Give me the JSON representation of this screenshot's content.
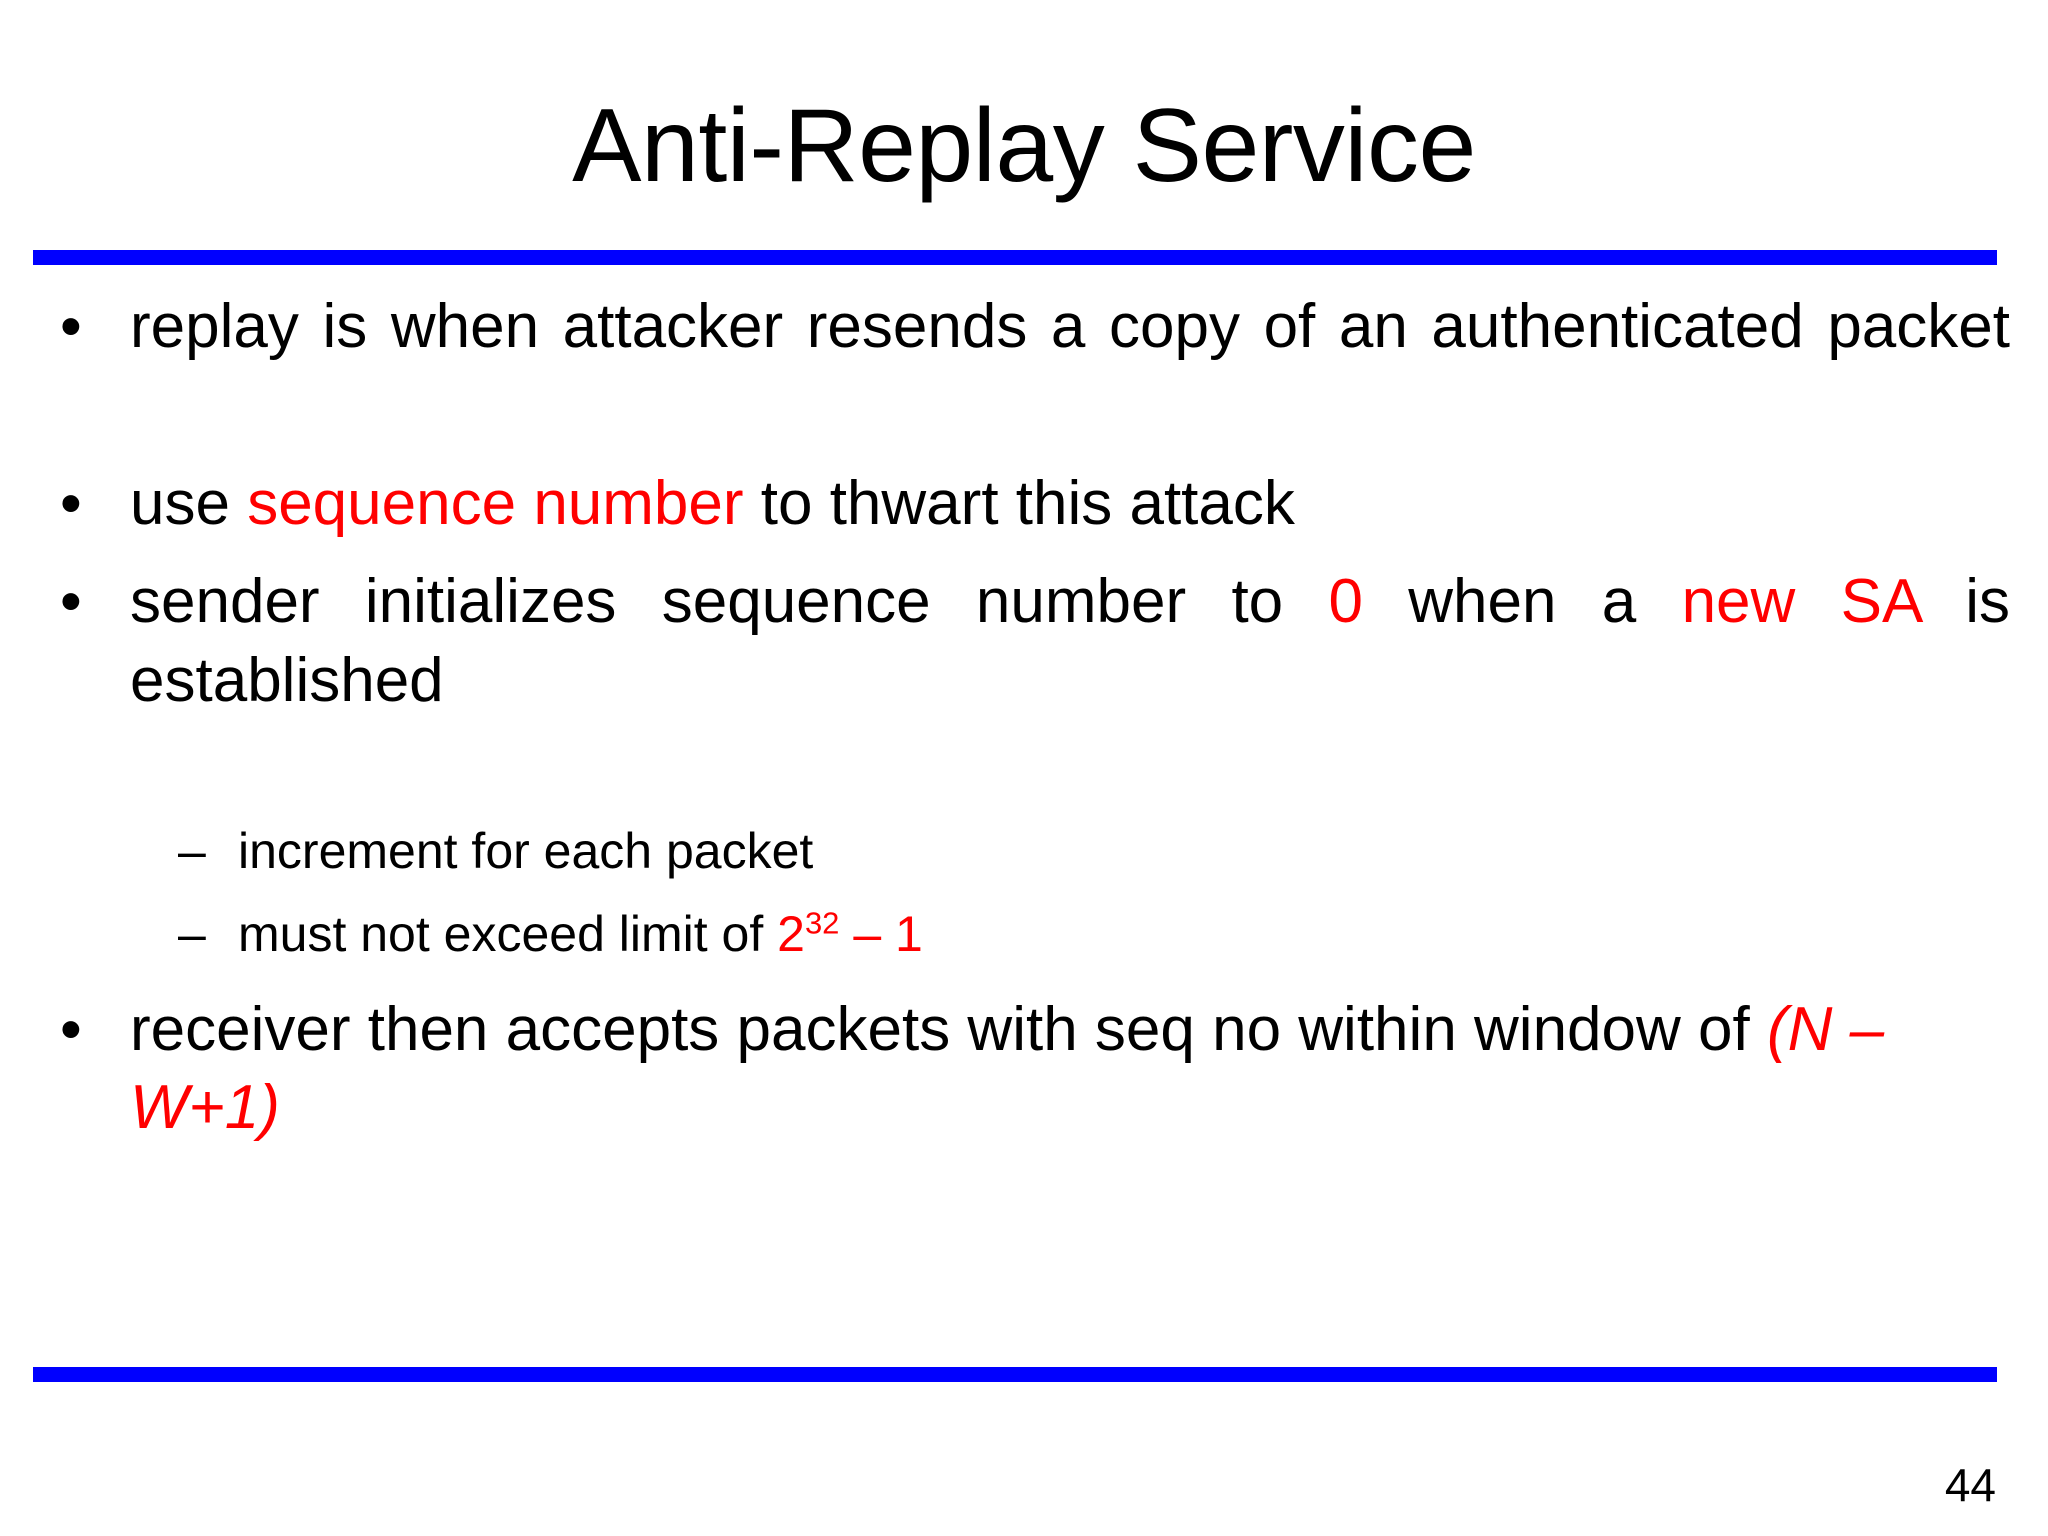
{
  "slide": {
    "title": "Anti-Replay Service",
    "page_number": "44",
    "colors": {
      "rule": "#0000FF",
      "accent": "#FF0000",
      "text": "#000000",
      "background": "#FFFFFF"
    },
    "bullets": [
      {
        "level": 1,
        "marker": "•",
        "runs": [
          {
            "text": "replay is when attacker resends a copy of an authenticated packet",
            "color": "#000000",
            "style": "normal"
          }
        ]
      },
      {
        "level": 1,
        "marker": "•",
        "runs": [
          {
            "text": "use ",
            "color": "#000000",
            "style": "normal"
          },
          {
            "text": "sequence number",
            "color": "#FF0000",
            "style": "normal"
          },
          {
            "text": " to thwart this attack",
            "color": "#000000",
            "style": "normal"
          }
        ]
      },
      {
        "level": 1,
        "marker": "•",
        "runs": [
          {
            "text": "sender initializes sequence number to ",
            "color": "#000000",
            "style": "normal"
          },
          {
            "text": "0",
            "color": "#FF0000",
            "style": "normal"
          },
          {
            "text": " when a ",
            "color": "#000000",
            "style": "normal"
          },
          {
            "text": "new SA",
            "color": "#FF0000",
            "style": "normal"
          },
          {
            "text": " is established",
            "color": "#000000",
            "style": "normal"
          }
        ]
      },
      {
        "level": 2,
        "marker": "–",
        "runs": [
          {
            "text": "increment for each packet",
            "color": "#000000",
            "style": "normal"
          }
        ]
      },
      {
        "level": 2,
        "marker": "–",
        "runs": [
          {
            "text": "must not exceed limit of ",
            "color": "#000000",
            "style": "normal"
          },
          {
            "text": "2",
            "color": "#FF0000",
            "style": "normal"
          },
          {
            "text": "32",
            "color": "#FF0000",
            "style": "superscript"
          },
          {
            "text": " – 1",
            "color": "#FF0000",
            "style": "normal"
          }
        ]
      },
      {
        "level": 1,
        "marker": "•",
        "runs": [
          {
            "text": "receiver then accepts packets with seq no within window of ",
            "color": "#000000",
            "style": "normal"
          },
          {
            "text": "(N –W+1)",
            "color": "#FF0000",
            "style": "italic"
          }
        ]
      }
    ]
  }
}
